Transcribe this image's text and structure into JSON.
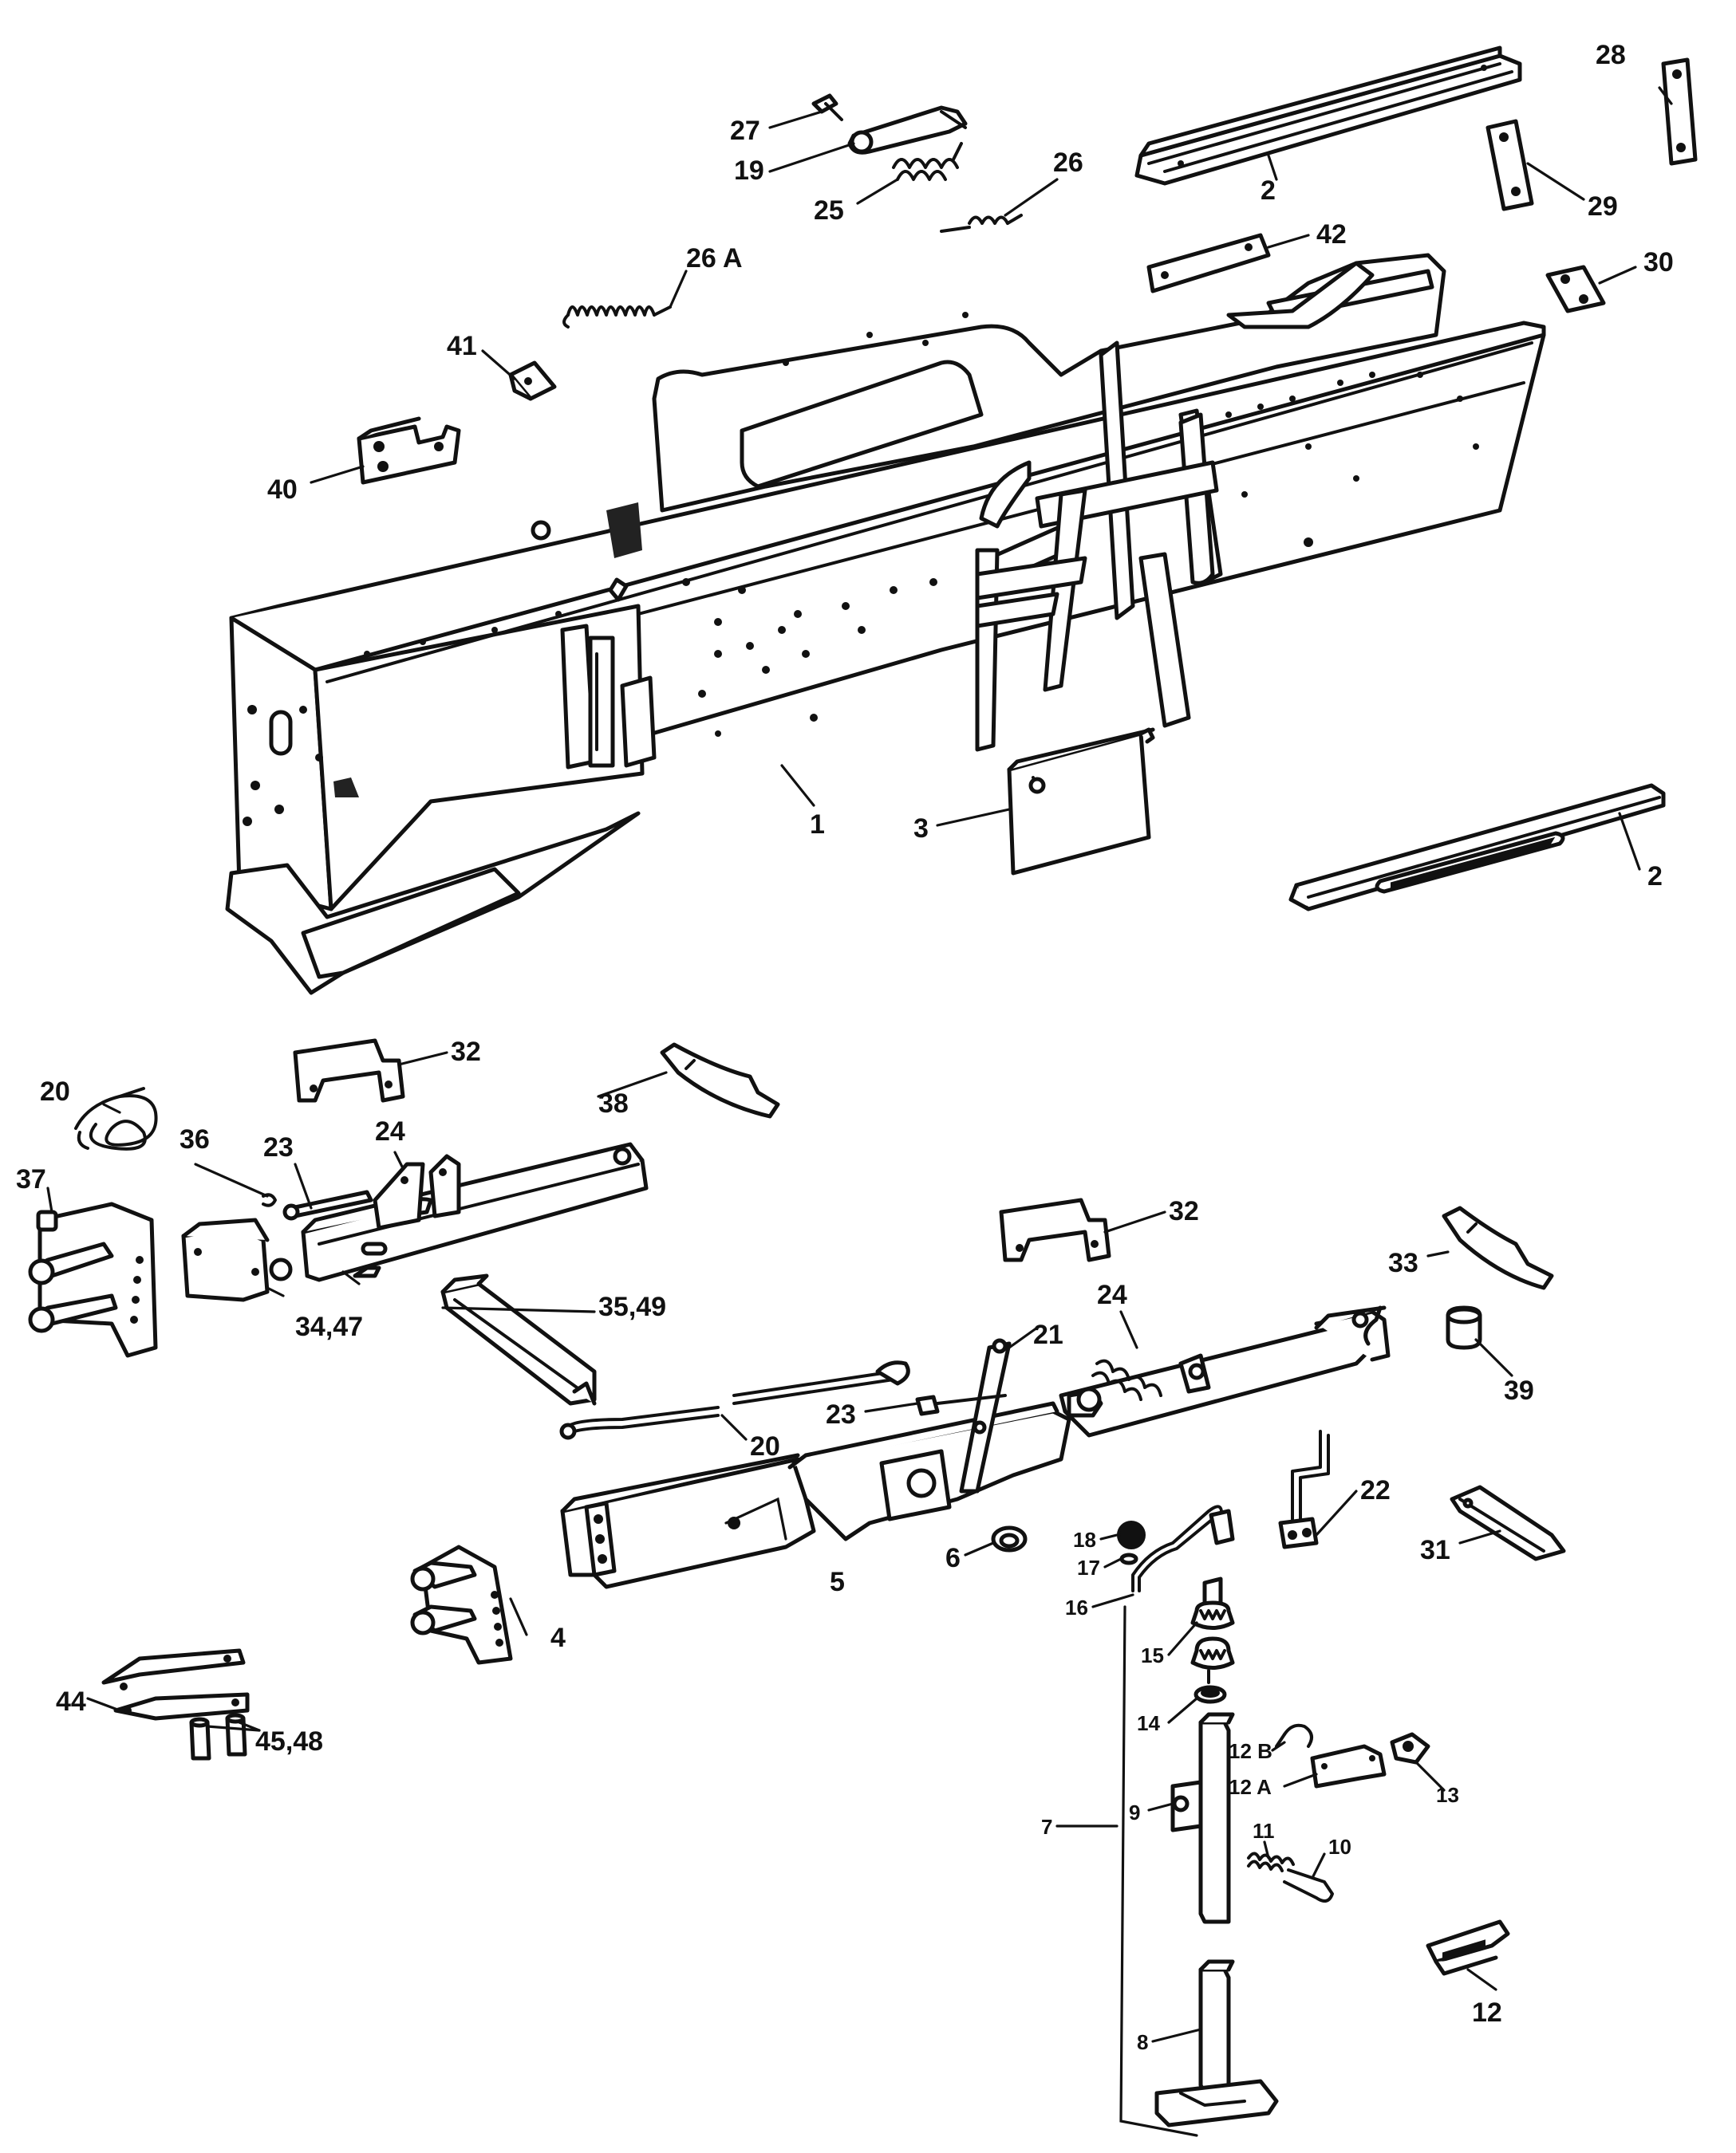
{
  "colors": {
    "line": "#111111",
    "paper": "#ffffff"
  },
  "callouts": {
    "c1": "1",
    "c2a": "2",
    "c2b": "2",
    "c3": "3",
    "c4": "4",
    "c5": "5",
    "c6": "6",
    "c7": "7",
    "c8": "8",
    "c9": "9",
    "c10": "10",
    "c11": "11",
    "c12": "12",
    "c12a": "12 A",
    "c12b": "12 B",
    "c13": "13",
    "c14": "14",
    "c15": "15",
    "c16": "16",
    "c17": "17",
    "c18": "18",
    "c19": "19",
    "c20a": "20",
    "c20b": "20",
    "c21": "21",
    "c22": "22",
    "c23a": "23",
    "c23b": "23",
    "c24a": "24",
    "c24b": "24",
    "c25": "25",
    "c26": "26",
    "c26a": "26 A",
    "c27": "27",
    "c28": "28",
    "c29": "29",
    "c30": "30",
    "c31": "31",
    "c32a": "32",
    "c32b": "32",
    "c33": "33",
    "c34": "34,47",
    "c35": "35,49",
    "c36": "36",
    "c37": "37",
    "c38": "38",
    "c39": "39",
    "c40": "40",
    "c41": "41",
    "c42": "42",
    "c44": "44",
    "c45": "45,48"
  }
}
